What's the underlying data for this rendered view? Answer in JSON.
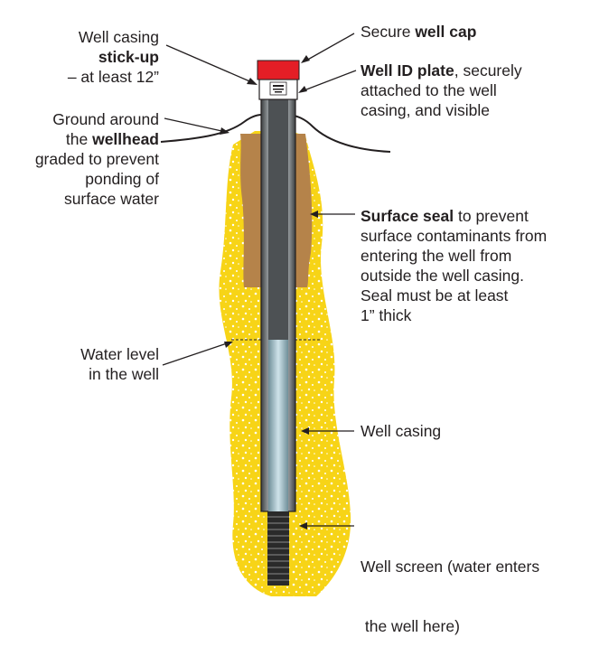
{
  "labels": {
    "stickup": {
      "line1": "Well casing",
      "line2_bold": "stick-up",
      "line3": "– at least 12”"
    },
    "ground": {
      "line1": "Ground around",
      "line2_pre": "the ",
      "line2_bold": "wellhead",
      "line3": "graded to prevent",
      "line4": "ponding of",
      "line5": "surface water"
    },
    "cap": {
      "pre": "Secure ",
      "bold": "well cap"
    },
    "idplate": {
      "bold": "Well ID plate",
      "rest": ", securely",
      "line2": "attached to the well",
      "line3": "casing, and visible"
    },
    "seal": {
      "bold": "Surface seal",
      "rest": " to prevent",
      "line2": "surface contaminants from",
      "line3": "entering the well from",
      "line4": "outside the well casing.",
      "line5": "Seal must be at least",
      "line6": "1” thick"
    },
    "water": {
      "line1": "Water level",
      "line2": "in the well"
    },
    "casing": {
      "line1": "Well casing"
    },
    "screen": {
      "line1": "Well screen (water enters",
      "line2": " the well here)"
    }
  },
  "colors": {
    "soil": "#f7d417",
    "soil_speckle": "#ffffff",
    "seal": "#b5834a",
    "cap": "#e41e26",
    "casing_dark": "#5a5e61",
    "casing_light": "#d3d8da",
    "water": "#bcd7e0",
    "screen": "#2a2a2a",
    "ink": "#231f20"
  }
}
